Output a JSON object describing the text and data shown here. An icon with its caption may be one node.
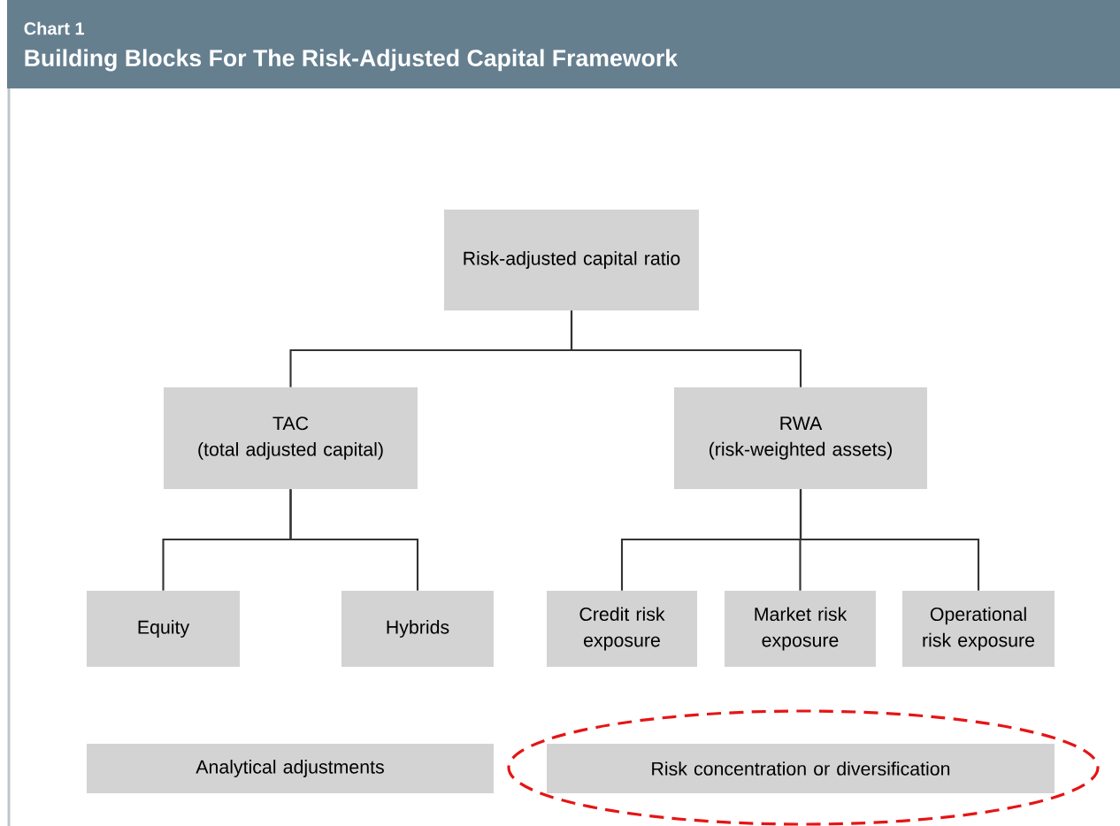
{
  "diagram": {
    "title": "Building Blocks For The Risk-Adjusted Capital Framework",
    "nodes": [
      {
        "text": [
          "Risk-adjusted capital ratio"
        ]
      },
      {
        "text": [
          "TAC",
          "(total adjusted capital)"
        ]
      },
      {
        "text": [
          "RWA",
          "(risk-weighted assets)"
        ]
      },
      {
        "text": [
          "Equity"
        ]
      },
      {
        "text": [
          "Hybrids"
        ]
      },
      {
        "text": [
          "Credit risk exposure"
        ]
      },
      {
        "text": [
          "Market risk exposure"
        ]
      },
      {
        "text": [
          "Operational risk exposure"
        ]
      },
      {
        "text": [
          "Analytical adjustments"
        ]
      },
      {
        "text": [
          "Risk concentration or diversification"
        ]
      }
    ],
    "edges": [
      {
        "from": 0,
        "to": 1,
        "arrow": "none"
      },
      {
        "from": 0,
        "to": 2,
        "arrow": "none"
      },
      {
        "from": 1,
        "to": 3,
        "arrow": "none"
      },
      {
        "from": 1,
        "to": 4,
        "arrow": "none"
      },
      {
        "from": 2,
        "to": 5,
        "arrow": "none"
      },
      {
        "from": 2,
        "to": 6,
        "arrow": "none"
      },
      {
        "from": 2,
        "to": 7,
        "arrow": "none"
      }
    ],
    "labels": [
      "Chart 1"
    ]
  }
}
